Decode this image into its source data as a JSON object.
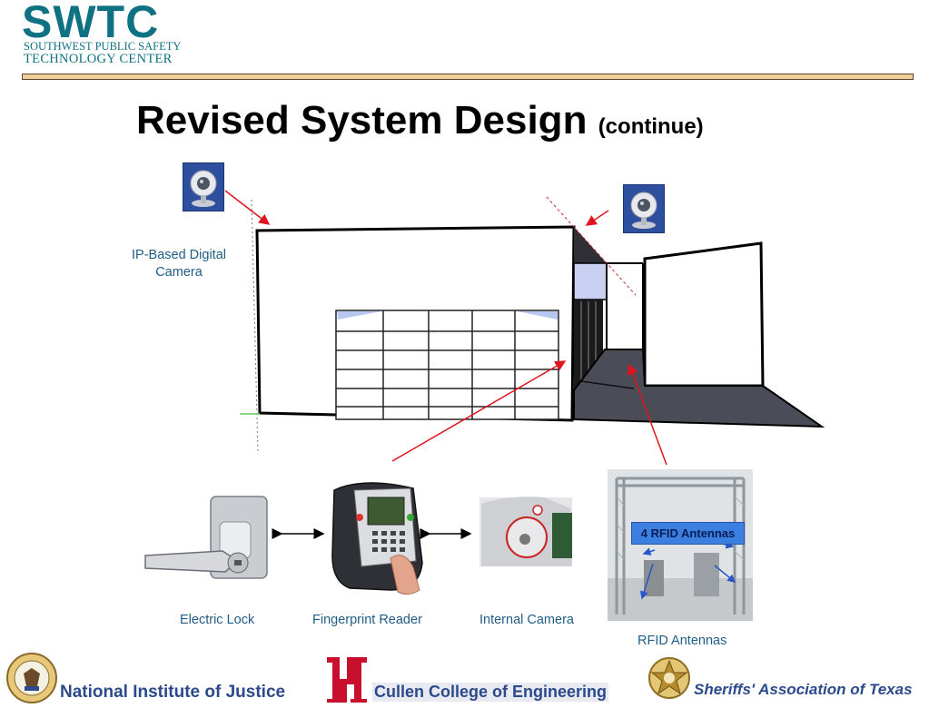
{
  "header": {
    "logo_word": "SWTC",
    "logo_line1": "SOUTHWEST PUBLIC SAFETY",
    "logo_line2": "TECHNOLOGY CENTER"
  },
  "slide": {
    "title": "Revised System Design",
    "title_suffix": "(continue)"
  },
  "labels": {
    "ip_camera": "IP-Based Digital Camera",
    "electric_lock": "Electric Lock",
    "fingerprint_reader": "Fingerprint Reader",
    "internal_camera": "Internal Camera",
    "rfid_antennas": "RFID Antennas",
    "rfid_callout": "4 RFID Antennas"
  },
  "footer": {
    "nij": "National Institute of Justice",
    "cce": "Cullen College of Engineering",
    "sat": "Sheriffs' Association of Texas"
  },
  "colors": {
    "brand_teal": "#0f7282",
    "label_blue": "#1f5c86",
    "arrow_red": "#e0141e",
    "footer_blue": "#2b4a8b"
  }
}
